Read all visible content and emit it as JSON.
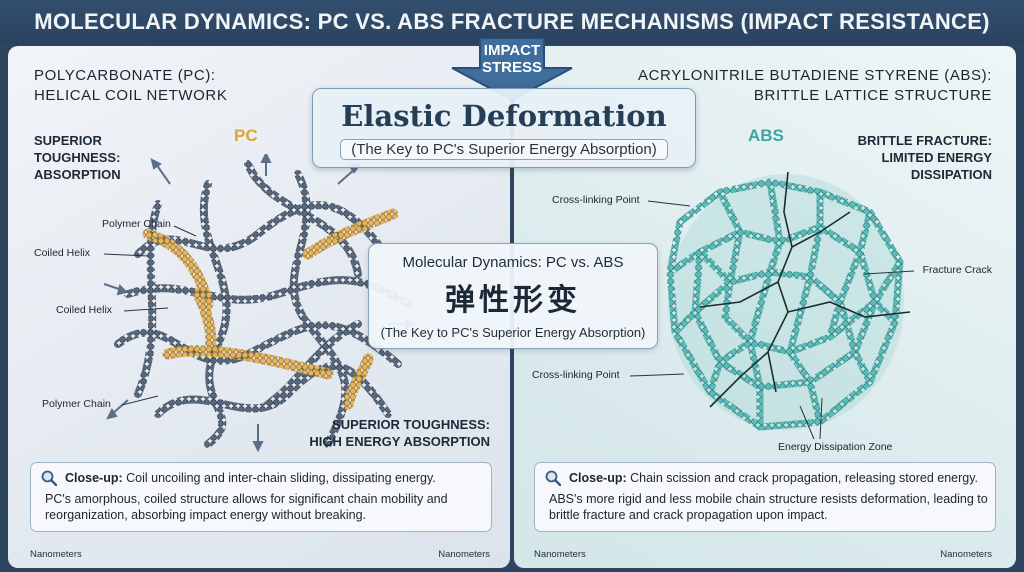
{
  "title": "MOLECULAR DYNAMICS: PC VS. ABS FRACTURE MECHANISMS (IMPACT RESISTANCE)",
  "impact_arrow": {
    "line1": "IMPACT",
    "line2": "STRESS"
  },
  "top_callout": {
    "heading": "Elastic Deformation",
    "subtitle": "(The Key to PC's Superior Energy Absorption)"
  },
  "center_callout": {
    "line1": "Molecular Dynamics: PC vs. ABS",
    "line2": "弹性形变",
    "line3": "(The Key to PC's Superior Energy Absorption)"
  },
  "left_panel": {
    "heading_line1": "POLYCARBONATE (PC):",
    "heading_line2": "HELICAL COIL NETWORK",
    "tag": "PC",
    "toughness_line1": "SUPERIOR",
    "toughness_line2": "TOUGHNESS:",
    "toughness_line3": "ABSORPTION",
    "labels": {
      "polymer_chain_top": "Polymer Chain",
      "coiled_helix_1": "Coiled Helix",
      "coiled_helix_2": "Coiled Helix",
      "polymer_chain_bottom": "Polymer Chain"
    },
    "bottom_line1": "SUPERIOR TOUGHNESS:",
    "bottom_line2": "HIGH ENERGY ABSORPTION",
    "closeup_title": "Close-up:",
    "closeup_text": "Coil uncoiling and inter-chain sliding, dissipating energy.",
    "closeup_body": "PC's amorphous, coiled structure allows for significant chain mobility and reorganization, absorbing impact energy without breaking.",
    "scale_left": "Nanometers",
    "scale_right": "Nanometers"
  },
  "right_panel": {
    "heading_line1": "ACRYLONITRILE BUTADIENE STYRENE (ABS):",
    "heading_line2": "BRITTLE LATTICE STRUCTURE",
    "tag": "ABS",
    "fracture_line1": "BRITTLE FRACTURE:",
    "fracture_line2": "LIMITED ENERGY",
    "fracture_line3": "DISSIPATION",
    "labels": {
      "crosslink_top": "Cross-linking Point",
      "fracture_crack": "Fracture Crack",
      "crosslink_bottom": "Cross-linking Point",
      "energy_zone": "Energy Dissipation Zone"
    },
    "closeup_title": "Close-up:",
    "closeup_text": "Chain scission and crack propagation, releasing stored energy.",
    "closeup_body": "ABS's more rigid and less mobile chain structure resists deformation, leading to brittle fracture and crack propagation upon impact.",
    "scale_left": "Nanometers",
    "scale_right": "Nanometers"
  },
  "colors": {
    "title_bg": "#2e4560",
    "pc_helix": "#d9a94a",
    "pc_chain": "#4d5e74",
    "abs_lattice": "#3aa6a3",
    "pc_tag": "#e3a23a",
    "abs_tag": "#3aa6a3"
  }
}
